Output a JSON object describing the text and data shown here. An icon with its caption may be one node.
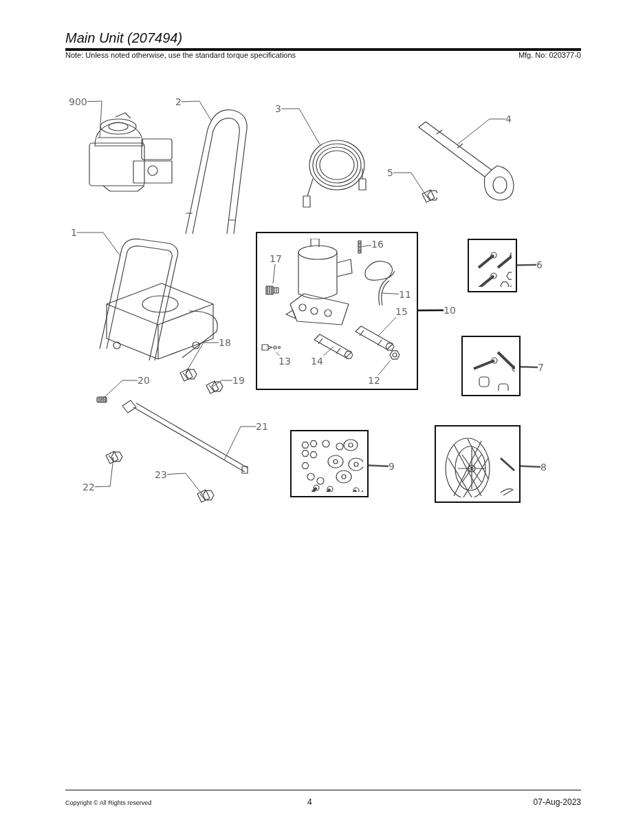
{
  "diagram": {
    "title": "Main Unit (207494)",
    "nodes": [
      {
        "text": [
          "900"
        ]
      },
      {
        "text": [],
        "shape": "picture"
      },
      {
        "text": [
          "2"
        ]
      },
      {
        "text": [],
        "shape": "picture"
      },
      {
        "text": [
          "3"
        ]
      },
      {
        "text": [],
        "shape": "picture"
      },
      {
        "text": [
          "4"
        ]
      },
      {
        "text": [],
        "shape": "picture"
      },
      {
        "text": [
          "5"
        ]
      },
      {
        "text": [],
        "shape": "picture"
      },
      {
        "text": [
          "1"
        ]
      },
      {
        "text": [],
        "shape": "picture"
      },
      {
        "text": [],
        "shape": "box"
      },
      {
        "text": [
          "16"
        ],
        "in": 12
      },
      {
        "text": [],
        "shape": "picture",
        "in": 12
      },
      {
        "text": [
          "17"
        ],
        "in": 12
      },
      {
        "text": [],
        "shape": "picture",
        "in": 12
      },
      {
        "text": [
          "11"
        ],
        "in": 12
      },
      {
        "text": [],
        "shape": "picture",
        "in": 12
      },
      {
        "text": [
          "15"
        ],
        "in": 12
      },
      {
        "text": [],
        "shape": "picture",
        "in": 12
      },
      {
        "text": [
          "13"
        ],
        "in": 12
      },
      {
        "text": [],
        "shape": "picture",
        "in": 12
      },
      {
        "text": [
          "14"
        ],
        "in": 12
      },
      {
        "text": [],
        "shape": "picture",
        "in": 12
      },
      {
        "text": [
          "12"
        ],
        "in": 12
      },
      {
        "text": [],
        "shape": "picture",
        "in": 12
      },
      {
        "text": [
          "10"
        ]
      },
      {
        "text": [],
        "shape": "box"
      },
      {
        "text": [
          "6"
        ]
      },
      {
        "text": [],
        "shape": "box"
      },
      {
        "text": [
          "7"
        ]
      },
      {
        "text": [],
        "shape": "box"
      },
      {
        "text": [
          "8"
        ]
      },
      {
        "text": [],
        "shape": "box"
      },
      {
        "text": [
          "9"
        ]
      },
      {
        "text": [
          "18"
        ]
      },
      {
        "text": [],
        "shape": "picture"
      },
      {
        "text": [
          "19"
        ]
      },
      {
        "text": [],
        "shape": "picture"
      },
      {
        "text": [
          "20"
        ]
      },
      {
        "text": [],
        "shape": "picture"
      },
      {
        "text": [
          "21"
        ]
      },
      {
        "text": [],
        "shape": "picture"
      },
      {
        "text": [
          "22"
        ]
      },
      {
        "text": [],
        "shape": "picture"
      },
      {
        "text": [
          "23"
        ]
      },
      {
        "text": [],
        "shape": "picture"
      }
    ],
    "edges": [
      {
        "from": 0,
        "to": 1,
        "arrow": "none"
      },
      {
        "from": 2,
        "to": 3,
        "arrow": "none"
      },
      {
        "from": 4,
        "to": 5,
        "arrow": "none"
      },
      {
        "from": 6,
        "to": 7,
        "arrow": "none"
      },
      {
        "from": 8,
        "to": 9,
        "arrow": "none"
      },
      {
        "from": 10,
        "to": 11,
        "arrow": "none"
      },
      {
        "from": 13,
        "to": 14,
        "arrow": "none"
      },
      {
        "from": 15,
        "to": 16,
        "arrow": "none"
      },
      {
        "from": 17,
        "to": 18,
        "arrow": "none"
      },
      {
        "from": 19,
        "to": 20,
        "arrow": "none"
      },
      {
        "from": 21,
        "to": 22,
        "arrow": "none"
      },
      {
        "from": 23,
        "to": 24,
        "arrow": "none"
      },
      {
        "from": 25,
        "to": 26,
        "arrow": "none"
      },
      {
        "from": 27,
        "to": 12,
        "arrow": "none"
      },
      {
        "from": 29,
        "to": 28,
        "arrow": "none"
      },
      {
        "from": 31,
        "to": 30,
        "arrow": "none"
      },
      {
        "from": 33,
        "to": 32,
        "arrow": "none"
      },
      {
        "from": 35,
        "to": 34,
        "arrow": "none"
      },
      {
        "from": 36,
        "to": 37,
        "arrow": "none"
      },
      {
        "from": 38,
        "to": 39,
        "arrow": "none"
      },
      {
        "from": 40,
        "to": 41,
        "arrow": "none"
      },
      {
        "from": 42,
        "to": 43,
        "arrow": "none"
      },
      {
        "from": 44,
        "to": 45,
        "arrow": "none"
      },
      {
        "from": 46,
        "to": 47,
        "arrow": "none"
      }
    ],
    "labels": [
      "Note: Unless noted otherwise, use the standard torque specifications",
      "Mfg. No: 020377-0",
      "Copyright © All Rights reserved",
      "4",
      "07-Aug-2023"
    ]
  }
}
